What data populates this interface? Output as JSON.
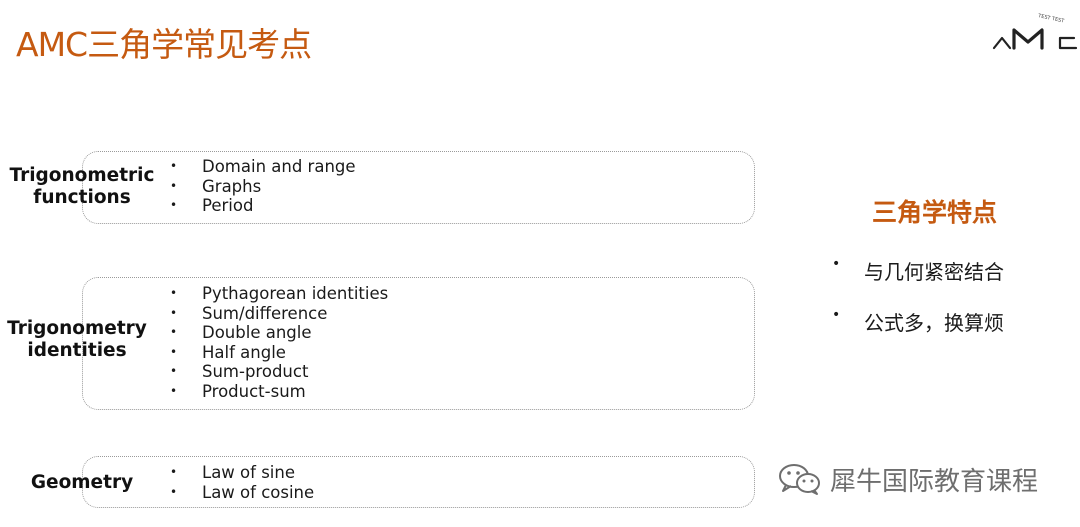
{
  "title": "AMC三角学常见考点",
  "sections": [
    {
      "label": "Trigonometric functions",
      "items": [
        "Domain and range",
        "Graphs",
        "Period"
      ]
    },
    {
      "label": "Trigonometry identities",
      "items": [
        "Pythagorean identities",
        "Sum/difference",
        "Double angle",
        "Half angle",
        "Sum-product",
        "Product-sum"
      ]
    },
    {
      "label": "Geometry",
      "items": [
        "Law of sine",
        "Law of cosine"
      ]
    }
  ],
  "features": {
    "title": "三角学特点",
    "items": [
      "与几何紧密结合",
      "公式多，换算烦"
    ]
  },
  "watermark": {
    "text": "犀牛国际教育课程",
    "icon": "wechat-icon"
  },
  "logo": {
    "icon": "amc-logo-icon",
    "text": "TEST TEST"
  },
  "colors": {
    "accent": "#c55a11",
    "text": "#1a1a1a",
    "border": "#9a9a9a",
    "watermark": "#6e6e6e"
  }
}
